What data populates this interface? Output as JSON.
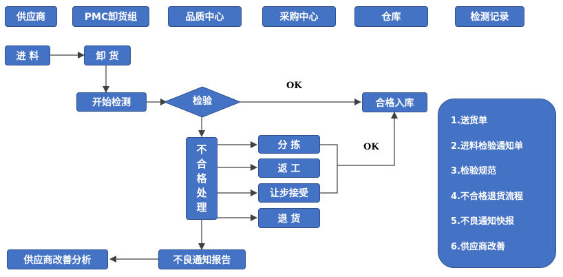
{
  "departments": [
    "供应商",
    "PMC卸货组",
    "品质中心",
    "采购中心",
    "仓库",
    "检测记录"
  ],
  "flow": {
    "incoming": "进 料",
    "unload": "卸 货",
    "start_inspection": "开始检测",
    "inspect": "检验",
    "ok_top": "OK",
    "ok_right": "OK",
    "warehouse_in": "合格入库",
    "nonconforming": [
      "不",
      "合",
      "格",
      "处",
      "理"
    ],
    "sorting": "分 拣",
    "rework": "返 工",
    "concession": "让步接受",
    "return_goods": "退 货",
    "defect_report": "不良通知报告",
    "supplier_improvement_analysis": "供应商改善分析"
  },
  "records": [
    "1.送货单",
    "2.进料检验通知单",
    "3.检验规范",
    "4.不合格退货流程",
    "5.不良通知快报",
    "6.供应商改善"
  ]
}
